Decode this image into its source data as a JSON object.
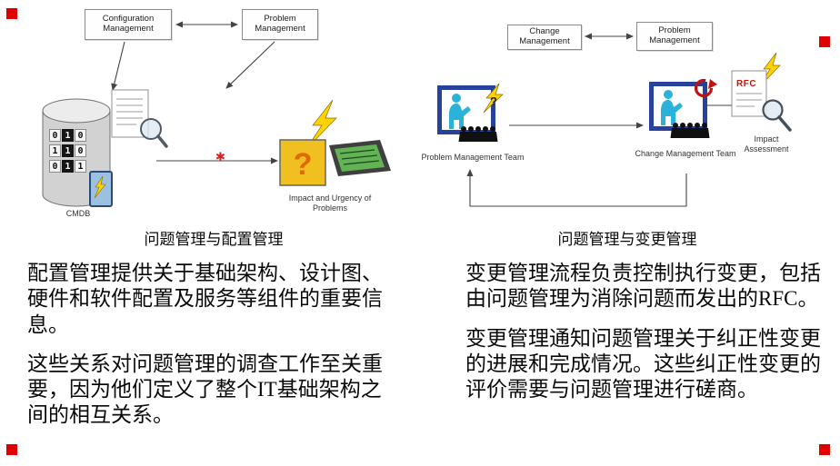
{
  "colors": {
    "marker_red": "#e00000",
    "frame_blue": "#27429c",
    "bolt_yellow": "#ffd200",
    "question_orange": "#e06900",
    "rfc_red": "#cc1100",
    "presenter_cyan": "#2ab2d8",
    "screen_green": "#63b356",
    "change_arrow_red": "#c41212"
  },
  "left_diagram": {
    "box1": "Configuration Management",
    "box2": "Problem Management",
    "cmdb": {
      "label": "CMDB",
      "binary_rows": [
        "0 1 0",
        "1 1 0",
        "0 1 1"
      ]
    },
    "asterisk": "✱",
    "impact": {
      "question_mark": "?",
      "label": "Impact and Urgency of Problems"
    },
    "caption": "问题管理与配置管理",
    "paragraphs": [
      "配置管理提供关于基础架构、设计图、硬件和软件配置及服务等组件的重要信息。",
      "这些关系对问题管理的调查工作至关重要，因为他们定义了整个IT基础架构之间的相互关系。"
    ]
  },
  "right_diagram": {
    "box1": "Change Management",
    "box2": "Problem Management",
    "team1_label": "Problem Management Team",
    "team1_mark": "?",
    "team2_label": "Change Management Team",
    "impact_label": "Impact Assessment",
    "rfc": "RFC",
    "caption": "问题管理与变更管理",
    "paragraphs": [
      "变更管理流程负责控制执行变更，包括由问题管理为消除问题而发出的RFC。",
      "变更管理通知问题管理关于纠正性变更的进展和完成情况。这些纠正性变更的评价需要与问题管理进行磋商。"
    ]
  }
}
